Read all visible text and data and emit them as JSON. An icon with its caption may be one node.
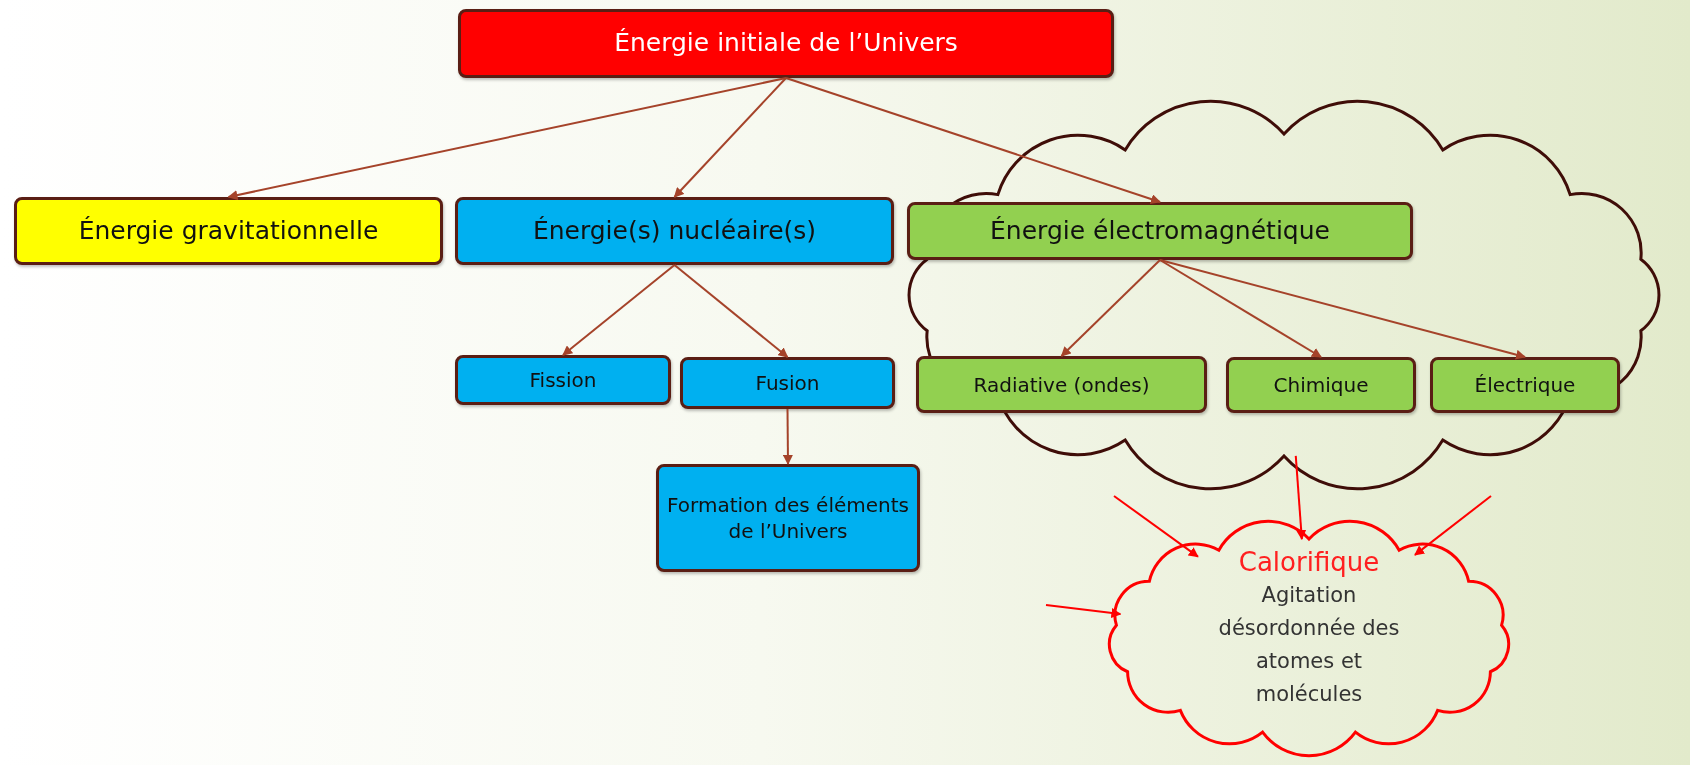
{
  "diagram": {
    "nodes": [
      {
        "text": [
          "Énergie initiale de l’Univers"
        ]
      },
      {
        "text": [
          "Énergie gravitationnelle"
        ]
      },
      {
        "text": [
          "Énergie(s) nucléaire(s)"
        ]
      },
      {
        "text": [],
        "shape": "cloud"
      },
      {
        "text": [
          "Énergie électromagnétique"
        ],
        "in": 3
      },
      {
        "text": [
          "Fission"
        ]
      },
      {
        "text": [
          "Fusion"
        ]
      },
      {
        "text": [
          "Formation des éléments de l’Univers"
        ]
      },
      {
        "text": [
          "Radiative (ondes)"
        ],
        "in": 3
      },
      {
        "text": [
          "Chimique"
        ],
        "in": 3
      },
      {
        "text": [
          "Électrique"
        ],
        "in": 3
      },
      {
        "text": [
          "Calorifique",
          "Agitation désordonnée des atomes et molécules"
        ]
      }
    ],
    "edges": [
      {
        "from": 0,
        "to": 1,
        "arrow": "to"
      },
      {
        "from": 0,
        "to": 2,
        "arrow": "to"
      },
      {
        "from": 0,
        "to": 4,
        "arrow": "to"
      },
      {
        "from": 2,
        "to": 5,
        "arrow": "to"
      },
      {
        "from": 2,
        "to": 6,
        "arrow": "to"
      },
      {
        "from": 6,
        "to": 7,
        "arrow": "to"
      },
      {
        "from": 4,
        "to": 8,
        "arrow": "to"
      },
      {
        "from": 4,
        "to": 9,
        "arrow": "to"
      },
      {
        "from": 4,
        "to": 10,
        "arrow": "to"
      },
      {
        "from": null,
        "to": 11,
        "arrow": "to",
        "color": "#ff0000"
      },
      {
        "from": 3,
        "to": 11,
        "arrow": "to",
        "color": "#ff0000"
      },
      {
        "from": null,
        "to": 11,
        "arrow": "to",
        "color": "#ff0000"
      },
      {
        "from": null,
        "to": 11,
        "arrow": "to",
        "color": "#ff0000"
      }
    ]
  }
}
